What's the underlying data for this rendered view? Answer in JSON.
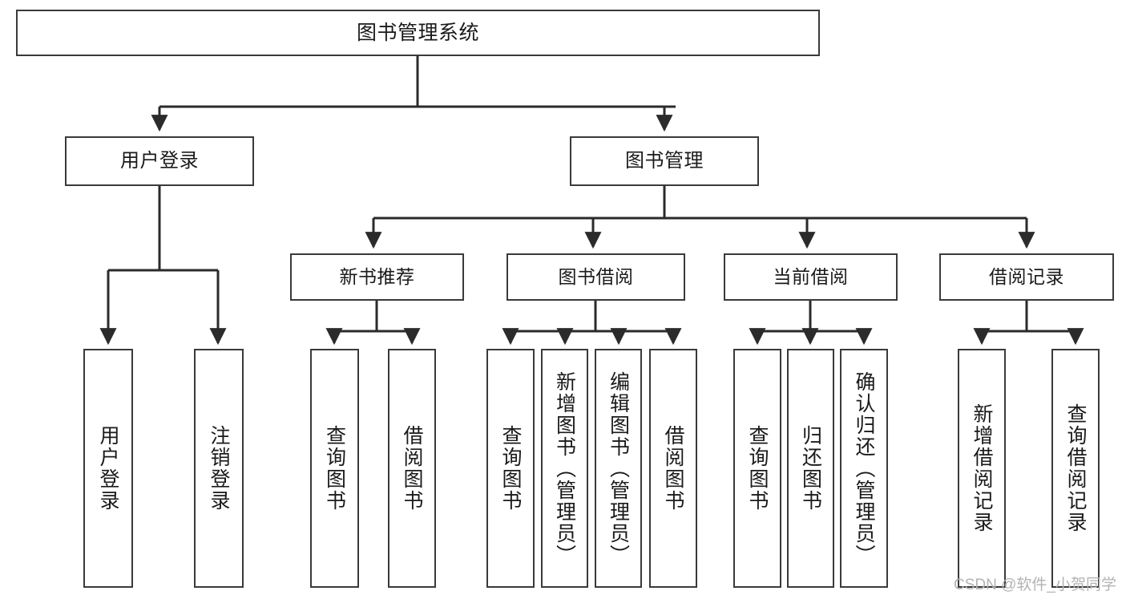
{
  "diagram": {
    "title": "图书管理系统",
    "type": "tree-hierarchy-diagram",
    "colors": {
      "background": "#ffffff",
      "box_border": "#3a3a3a",
      "connector": "#2b2b2b",
      "text": "#1a1a1a",
      "watermark": "#b3b3b3"
    },
    "root": {
      "label": "图书管理系统"
    },
    "level2": [
      {
        "label": "用户登录"
      },
      {
        "label": "图书管理"
      }
    ],
    "level3": [
      {
        "label": "新书推荐"
      },
      {
        "label": "图书借阅"
      },
      {
        "label": "当前借阅"
      },
      {
        "label": "借阅记录"
      }
    ],
    "leaves": {
      "user_login": [
        {
          "label": "用户登录"
        },
        {
          "label": "注销登录"
        }
      ],
      "new_book_recommend": [
        {
          "label": "查询图书"
        },
        {
          "label": "借阅图书"
        }
      ],
      "book_borrow": [
        {
          "label": "查询图书"
        },
        {
          "label": "新增图书（管理员）"
        },
        {
          "label": "编辑图书（管理员）"
        },
        {
          "label": "借阅图书"
        }
      ],
      "current_borrow": [
        {
          "label": "查询图书"
        },
        {
          "label": "归还图书"
        },
        {
          "label": "确认归还（管理员）"
        }
      ],
      "borrow_record": [
        {
          "label": "新增借阅记录"
        },
        {
          "label": "查询借阅记录"
        }
      ]
    }
  },
  "watermark": {
    "text": "CSDN @软件_小贺同学"
  }
}
